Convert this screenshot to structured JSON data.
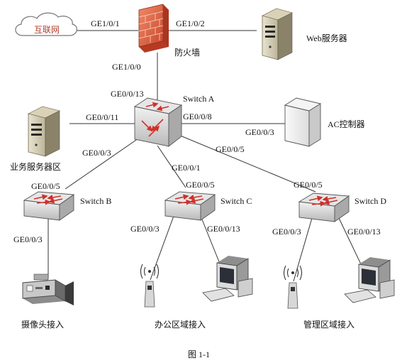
{
  "internet": "互联网",
  "firewall_label": "防火墙",
  "web_server_label": "Web服务器",
  "business_server_label": "业务服务器区",
  "ac_controller_label": "AC控制器",
  "switch_a_label": "Switch A",
  "switch_b_label": "Switch B",
  "switch_c_label": "Switch C",
  "switch_d_label": "Switch D",
  "camera_access_label": "摄像头接入",
  "office_access_label": "办公区域接入",
  "mgmt_access_label": "管理区域接入",
  "caption": "图 1-1",
  "ports": {
    "fw_internet": "GE1/0/1",
    "fw_web": "GE1/0/2",
    "fw_down": "GE1/0/0",
    "a_up": "GE0/0/13",
    "a_business": "GE0/0/11",
    "a_ac": "GE0/0/8",
    "ac_port": "GE0/0/3",
    "a_to_b": "GE0/0/3",
    "a_to_c": "GE0/0/1",
    "a_to_d": "GE0/0/5",
    "b_up": "GE0/0/5",
    "b_down": "GE0/0/3",
    "c_up": "GE0/0/5",
    "c_ap": "GE0/0/3",
    "c_pc": "GE0/0/13",
    "d_up": "GE0/0/5",
    "d_ap": "GE0/0/3",
    "d_pc": "GE0/0/13"
  }
}
